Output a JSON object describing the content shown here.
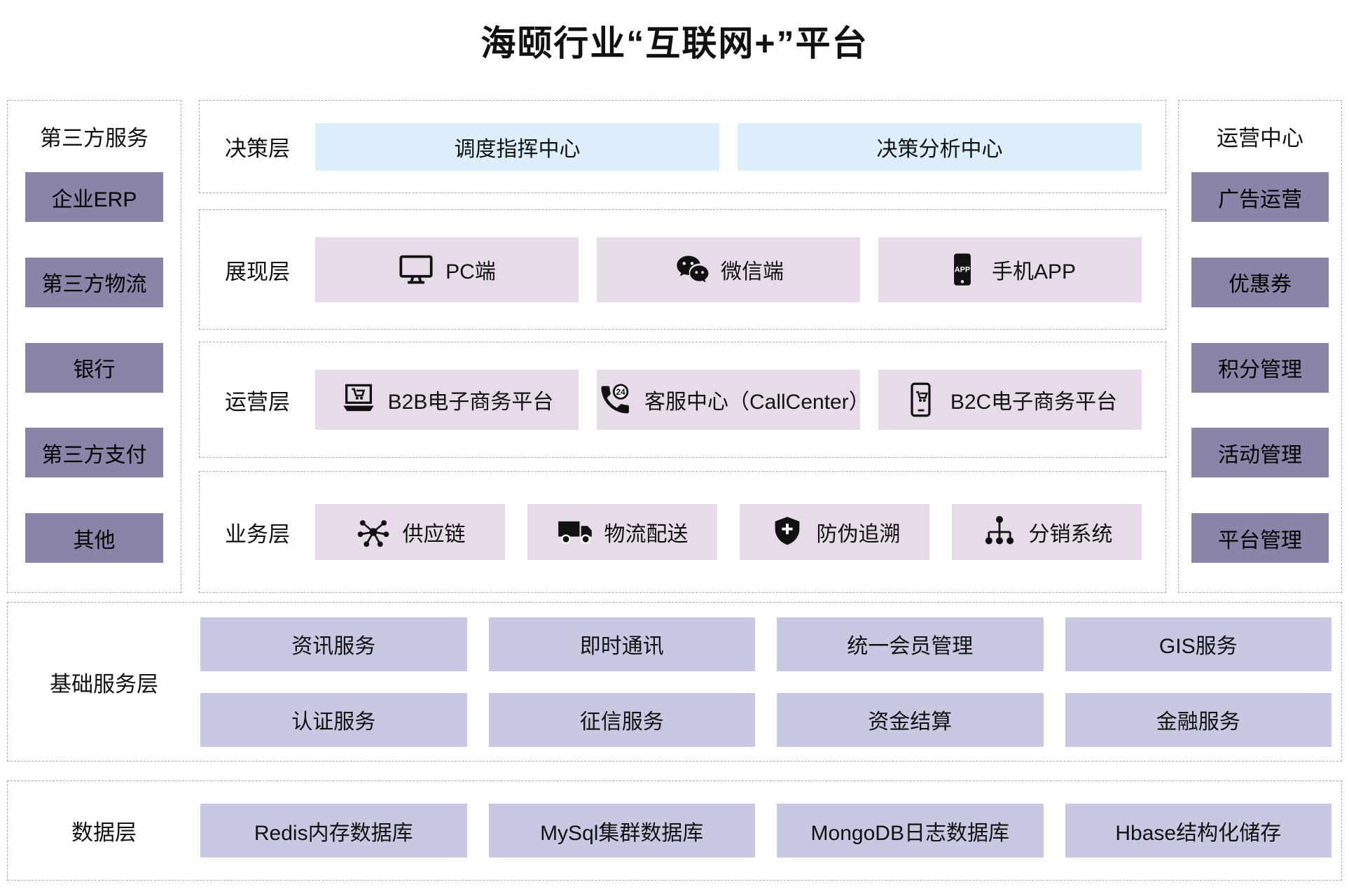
{
  "title": "海颐行业“互联网+”平台",
  "colors": {
    "side_box": "#8b84a8",
    "decision_box": "#dceef9",
    "layer_box": "#e8dbe9",
    "service_box": "#c6c9e1",
    "border": "#ababab"
  },
  "left_panel": {
    "label": "第三方服务",
    "items": [
      "企业ERP",
      "第三方物流",
      "银行",
      "第三方支付",
      "其他"
    ]
  },
  "right_panel": {
    "label": "运营中心",
    "items": [
      "广告运营",
      "优惠券",
      "积分管理",
      "活动管理",
      "平台管理"
    ]
  },
  "layers": {
    "decision": {
      "label": "决策层",
      "items": [
        {
          "label": "调度指挥中心"
        },
        {
          "label": "决策分析中心"
        }
      ]
    },
    "presentation": {
      "label": "展现层",
      "items": [
        {
          "label": "PC端",
          "icon": "monitor-icon"
        },
        {
          "label": "微信端",
          "icon": "wechat-icon"
        },
        {
          "label": "手机APP",
          "icon": "phone-app-icon"
        }
      ]
    },
    "operation": {
      "label": "运营层",
      "items": [
        {
          "label": "B2B电子商务平台",
          "icon": "laptop-cart-icon"
        },
        {
          "label": "客服中心（CallCenter）",
          "icon": "callcenter-24-icon"
        },
        {
          "label": "B2C电子商务平台",
          "icon": "mobile-shop-icon"
        }
      ]
    },
    "business": {
      "label": "业务层",
      "items": [
        {
          "label": "供应链",
          "icon": "network-icon"
        },
        {
          "label": "物流配送",
          "icon": "truck-icon"
        },
        {
          "label": "防伪追溯",
          "icon": "shield-icon"
        },
        {
          "label": "分销系统",
          "icon": "tree-icon"
        }
      ]
    }
  },
  "base_services": {
    "label": "基础服务层",
    "rows": [
      [
        "资讯服务",
        "即时通讯",
        "统一会员管理",
        "GIS服务"
      ],
      [
        "认证服务",
        "征信服务",
        "资金结算",
        "金融服务"
      ]
    ]
  },
  "data_layer": {
    "label": "数据层",
    "items": [
      "Redis内存数据库",
      "MySql集群数据库",
      "MongoDB日志数据库",
      "Hbase结构化储存"
    ]
  }
}
